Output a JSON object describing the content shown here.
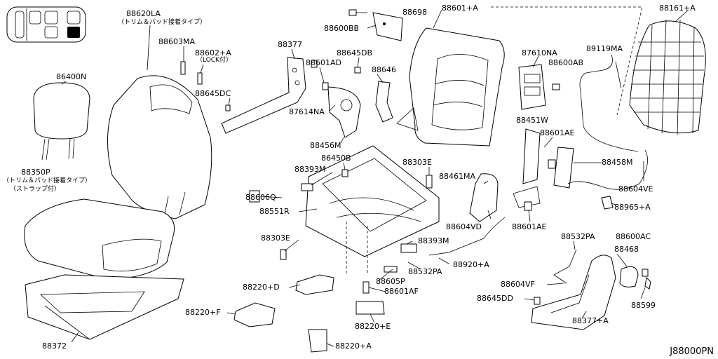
{
  "labels": {
    "p88620LA": "88620LA",
    "p88620LA_note": "（トリム＆パッド接着タイプ）",
    "p88603MA": "88603MA",
    "p88602A": "88602+A",
    "p88602A_note": "（LOCK付）",
    "p88377": "88377",
    "p88698": "88698",
    "p88600BB": "88600BB",
    "p88601A": "88601+A",
    "p88161A": "88161+A",
    "p86400N": "86400N",
    "p88645DB": "88645DB",
    "p88601AD": "88601AD",
    "p88646": "88646",
    "p87610NA": "87610NA",
    "p89119MA": "89119MA",
    "p88600AB": "88600AB",
    "p88645DC": "88645DC",
    "p87614NA": "87614NA",
    "p88451W": "88451W",
    "p88601AE_top": "88601AE",
    "p88456M": "88456M",
    "p86450B": "86450B",
    "p88303E_top": "88303E",
    "p88458M": "88458M",
    "p88350P": "88350P",
    "p88350P_note1": "（トリム＆パッド接着タイプ）",
    "p88350P_note2": "（ストラップ付）",
    "p88393M_top": "88393M",
    "p88461MA": "88461MA",
    "p88604VE": "88604VE",
    "p88606Q": "88606Q",
    "p88965A": "88965+A",
    "p88551R": "88551R",
    "p88604VD": "88604VD",
    "p88601AE_bot": "88601AE",
    "p88303E_left": "88303E",
    "p88532PA_top": "88532PA",
    "p88600AC": "88600AC",
    "p88393M_bot": "88393M",
    "p88468": "88468",
    "p88920A": "88920+A",
    "p88532PA_bot": "88532PA",
    "p88220D": "88220+D",
    "p88605P": "88605P",
    "p88604VF": "88604VF",
    "p88601AF": "88601AF",
    "p88599": "88599",
    "p88645DD": "88645DD",
    "p88220F": "88220+F",
    "p88377A": "88377+A",
    "p88220E": "88220+E",
    "p88372": "88372",
    "p88220A": "88220+A"
  },
  "diagram_code": "J88000PN"
}
